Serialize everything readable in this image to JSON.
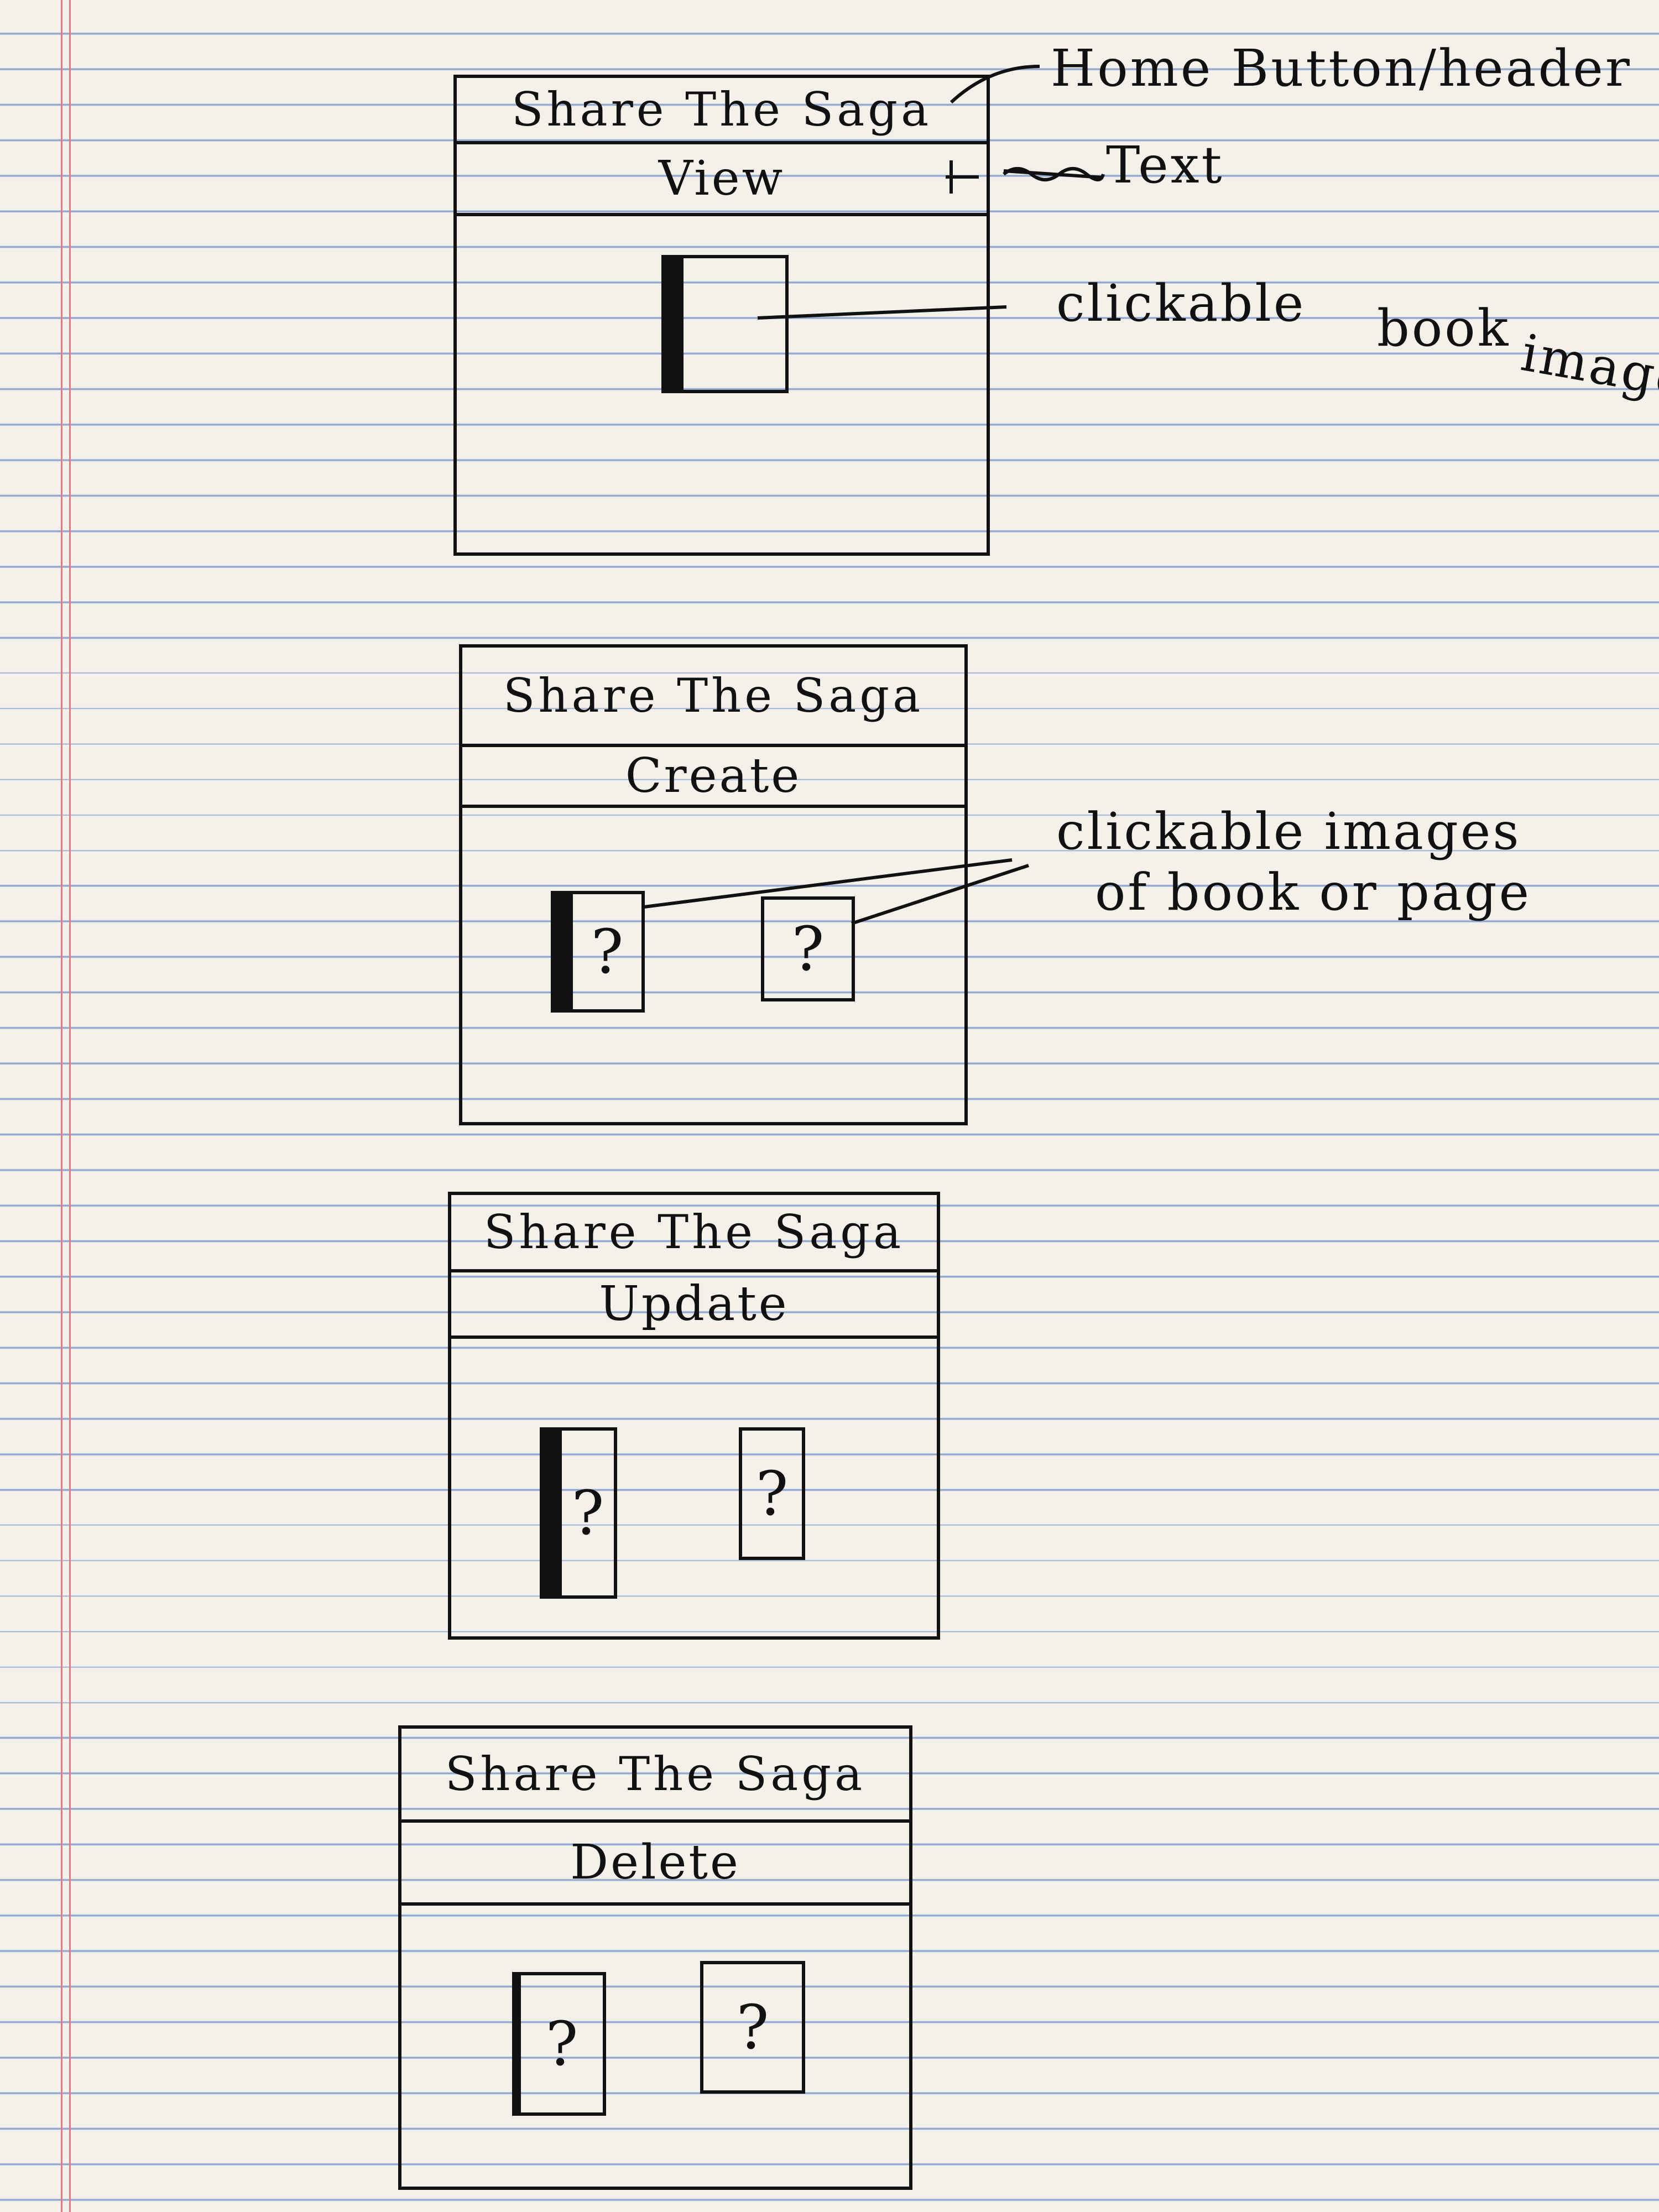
{
  "wireframes": [
    {
      "header": "Share The Saga",
      "text": "View",
      "items": [
        {
          "kind": "book",
          "mark": ""
        }
      ]
    },
    {
      "header": "Share The Saga",
      "text": "Create",
      "items": [
        {
          "kind": "book",
          "mark": "?"
        },
        {
          "kind": "page",
          "mark": "?"
        }
      ]
    },
    {
      "header": "Share The Saga",
      "text": "Update",
      "items": [
        {
          "kind": "book",
          "mark": "?"
        },
        {
          "kind": "page",
          "mark": "?"
        }
      ]
    },
    {
      "header": "Share The Saga",
      "text": "Delete",
      "items": [
        {
          "kind": "book",
          "mark": "?"
        },
        {
          "kind": "page",
          "mark": "?"
        }
      ]
    }
  ],
  "annotations": {
    "header_note": "Home Button/header",
    "text_note": "Text",
    "book_note_line1": "clickable",
    "book_note_line2": "book",
    "book_note_line3": "image",
    "images_note_line1": "clickable images",
    "images_note_line2": "of book or page"
  }
}
